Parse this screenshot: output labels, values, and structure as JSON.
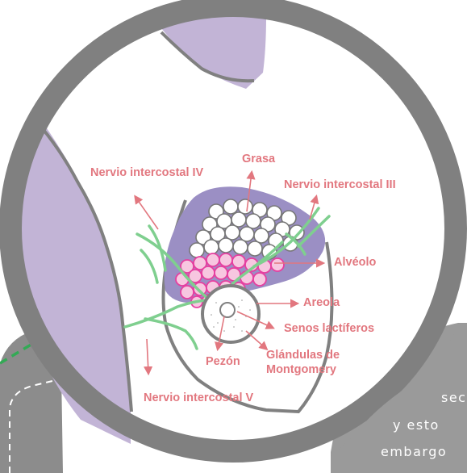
{
  "labels": {
    "grasa": "Grasa",
    "nervio_iv": "Nervio intercostal IV",
    "nervio_iii": "Nervio intercostal III",
    "alveolo": "Alvéolo",
    "areola": "Areola",
    "senos": "Senos lactíferos",
    "pezon": "Pezón",
    "glandulas_line1": "Glándulas de",
    "glandulas_line2": "Montgomery",
    "nervio_v": "Nervio intercostal V"
  },
  "card": {
    "line1": "sec",
    "line2": "y  esto",
    "line3": "embargo"
  },
  "colors": {
    "label": "#e2777f",
    "ring": "#808080",
    "lavender": "#c2b4d6",
    "breast_fill": "#9b8fc4",
    "nerve": "#7fcf8f",
    "lobule": "#e63fa0",
    "card": "#9a9a9a",
    "road": "#8c8c8c",
    "dash": "#33aa55"
  }
}
